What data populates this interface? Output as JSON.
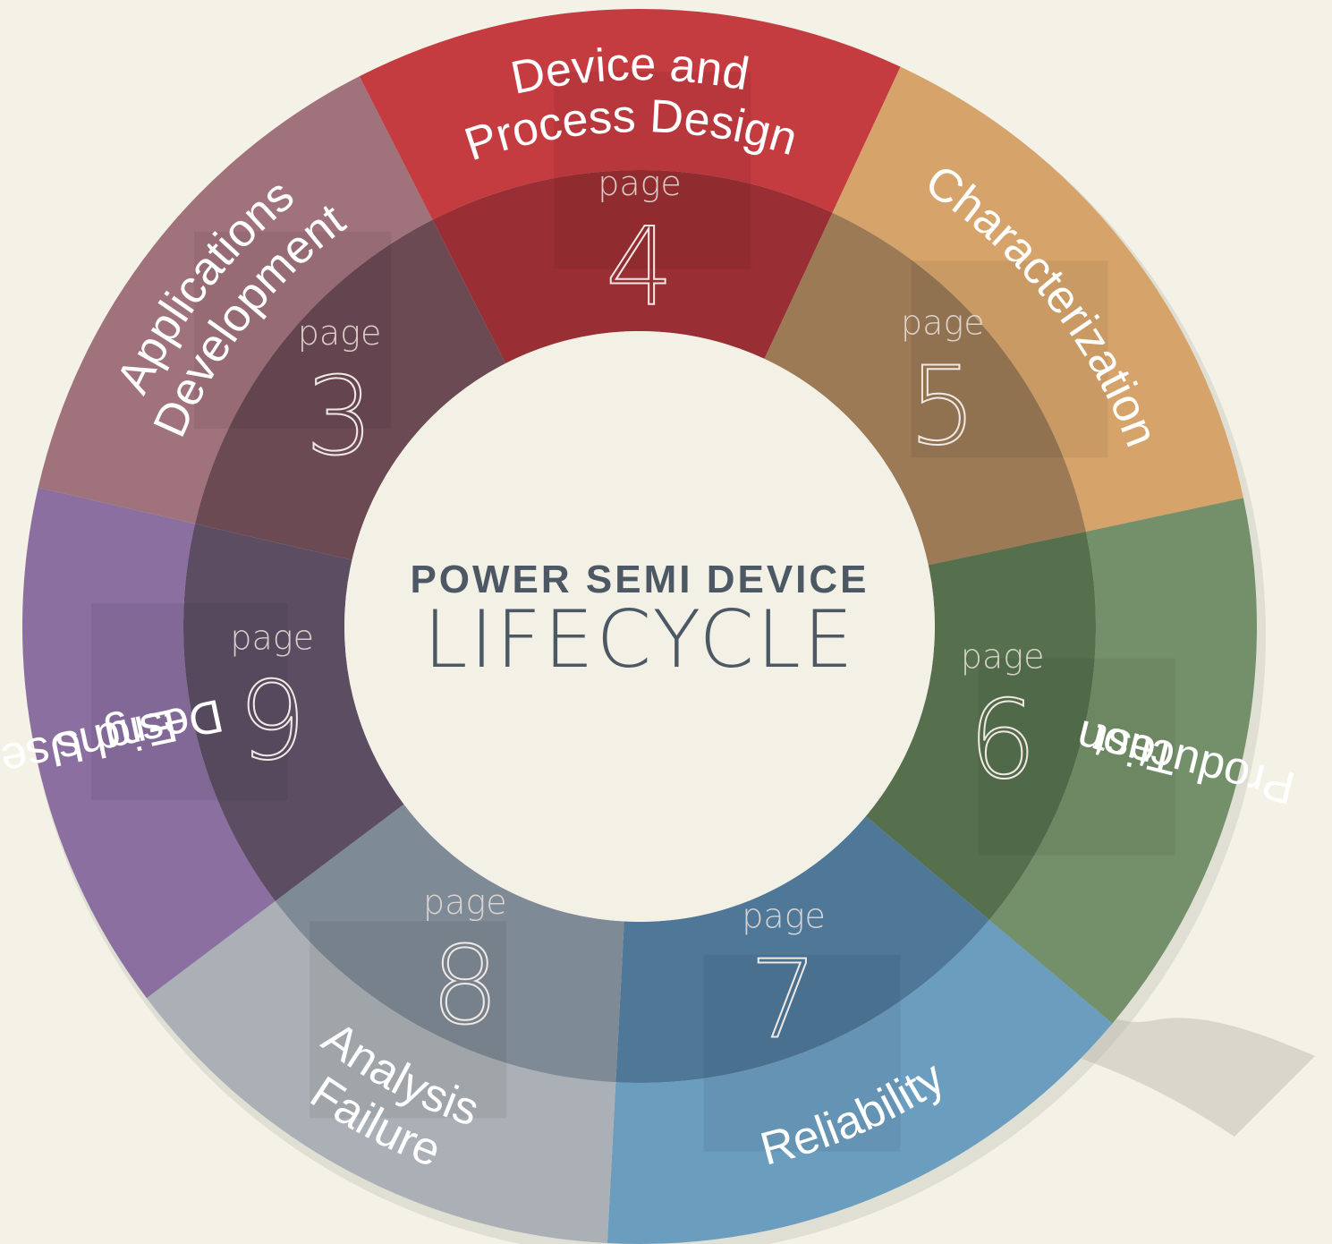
{
  "title": {
    "line1": "POWER SEMI DEVICE",
    "line2": "LIFECYCLE"
  },
  "page_word": "page",
  "segments": [
    {
      "id": "device-and-process-design",
      "label_lines": [
        "Device and",
        "Process Design"
      ],
      "page": "4",
      "outer_color": "#c43b40",
      "inner_color": "#992e34"
    },
    {
      "id": "characterization",
      "label_lines": [
        "Characterization"
      ],
      "page": "5",
      "outer_color": "#d6a46a",
      "inner_color": "#9b7a55"
    },
    {
      "id": "production-test",
      "label_lines": [
        "Production",
        "Test"
      ],
      "page": "6",
      "outer_color": "#74906a",
      "inner_color": "#56704e"
    },
    {
      "id": "reliability",
      "label_lines": [
        "Reliability"
      ],
      "page": "7",
      "outer_color": "#6b9dbf",
      "inner_color": "#4f7898"
    },
    {
      "id": "failure-analysis",
      "label_lines": [
        "Failure",
        "Analysis"
      ],
      "page": "8",
      "outer_color": "#aab0b5",
      "inner_color": "#7e8a95"
    },
    {
      "id": "end-use-designs",
      "label_lines": [
        "End Use",
        "Designs"
      ],
      "page": "9",
      "outer_color": "#8b6fa0",
      "inner_color": "#5c4d63"
    },
    {
      "id": "applications-development",
      "label_lines": [
        "Applications",
        "Development"
      ],
      "page": "3",
      "outer_color": "#a0727c",
      "inner_color": "#6b4a54"
    }
  ],
  "colors": {
    "background": "#f4f2e7",
    "center": "#f3f1e6",
    "title": "#4d5865",
    "hand_shadow": "#b8b6aa"
  },
  "icons": {
    "pointer": "hand-pointer-icon"
  }
}
